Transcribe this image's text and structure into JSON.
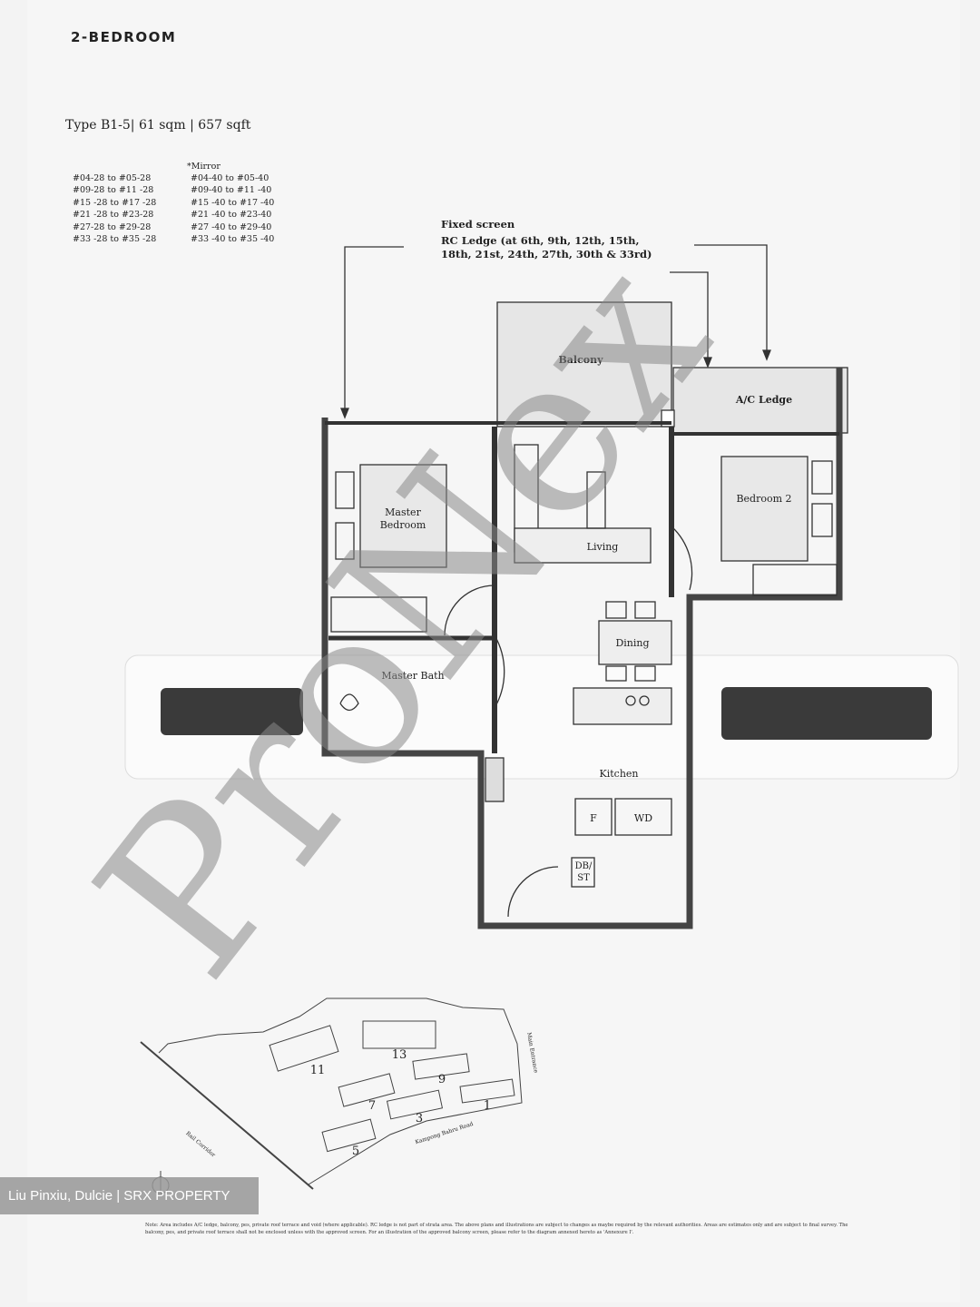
{
  "header": {
    "title": "2-BEDROOM",
    "type_line": "Type B1-5| 61 sqm  | 657 sqft"
  },
  "units": {
    "standard": [
      "#04-28 to #05-28",
      "#09-28 to #11 -28",
      "#15 -28 to #17 -28",
      "#21 -28 to #23-28",
      "#27-28 to #29-28",
      "#33 -28 to #35 -28"
    ],
    "mirror_label": "*Mirror",
    "mirror": [
      "#04-40 to #05-40",
      "#09-40 to #11 -40",
      "#15 -40 to #17 -40",
      "#21 -40 to #23-40",
      "#27 -40 to #29-40",
      "#33 -40 to #35 -40"
    ]
  },
  "callouts": {
    "fixed_screen": "Fixed screen",
    "rc_ledge_1": "RC Ledge (at 6th, 9th, 12th, 15th,",
    "rc_ledge_2": "18th, 21st, 24th, 27th, 30th & 33rd)"
  },
  "rooms": {
    "balcony": "Balcony",
    "ac_ledge": "A/C Ledge",
    "master_bedroom_1": "Master",
    "master_bedroom_2": "Bedroom",
    "living": "Living",
    "bedroom2": "Bedroom 2",
    "dining": "Dining",
    "master_bath": "Master Bath",
    "kitchen": "Kitchen",
    "fridge": "F",
    "washer_dryer": "WD",
    "db_st_1": "DB/",
    "db_st_2": "ST"
  },
  "watermark": "ProNex",
  "site_plan": {
    "blocks": [
      "11",
      "13",
      "9",
      "7",
      "3",
      "1",
      "5"
    ],
    "roads": [
      "Kampong Bahru Road",
      "Rail Corridor"
    ],
    "entrance": "Main Entrance"
  },
  "note": "Note: Area includes A/C ledge, balcony, pes, private roof terrace and void (where applicable). RC ledge is not part of strata area. The above plans and illustrations are subject to changes as maybe required by the relevant authorities. Areas are estimates only and are subject to final survey. The balcony, pes, and private roof terrace shall not be enclosed unless with the approved screen. For an illustration of the approved balcony screen, please refer to the diagram annexed hereto as 'Annexure I'.",
  "badge": "Liu Pinxiu, Dulcie | SRX PROPERTY"
}
